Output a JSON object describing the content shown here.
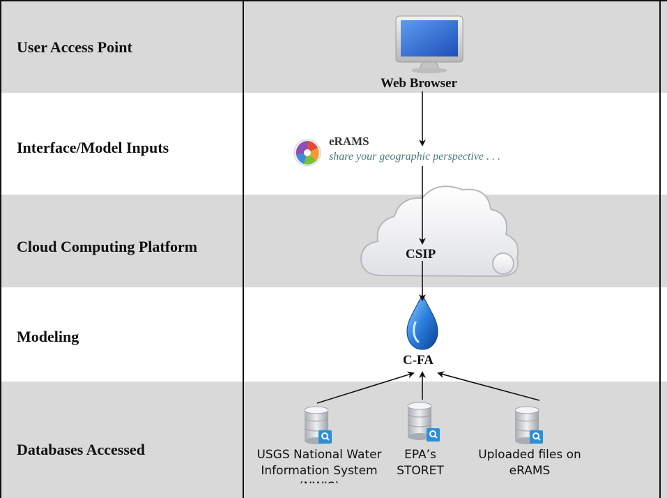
{
  "rows": [
    {
      "label": "User Access Point"
    },
    {
      "label": "Interface/Model Inputs"
    },
    {
      "label": "Cloud Computing Platform"
    },
    {
      "label": "Modeling"
    },
    {
      "label": "Databases Accessed"
    }
  ],
  "nodes": {
    "web_browser": "Web Browser",
    "erams_name": "eRAMS",
    "erams_tagline": "share your geographic perspective . . .",
    "csip": "CSIP",
    "cfa": "C-FA"
  },
  "databases": [
    {
      "line1": "USGS National Water",
      "line2": "Information System",
      "line3": "(NWIS)"
    },
    {
      "line1": "EPA’s",
      "line2": "STORET"
    },
    {
      "line1": "Uploaded files on",
      "line2": "eRAMS"
    }
  ],
  "colors": {
    "band_gray": "#d9d9d9",
    "border": "#111111",
    "monitor_screen": "#2f6fd6",
    "drop_blue": "#1f6fd0",
    "db_silver": "#c9ccd0",
    "search_badge": "#2a8fd8"
  },
  "icons": [
    "monitor-icon",
    "erams-logo-icon",
    "cloud-icon",
    "water-drop-icon",
    "database-search-icon"
  ]
}
